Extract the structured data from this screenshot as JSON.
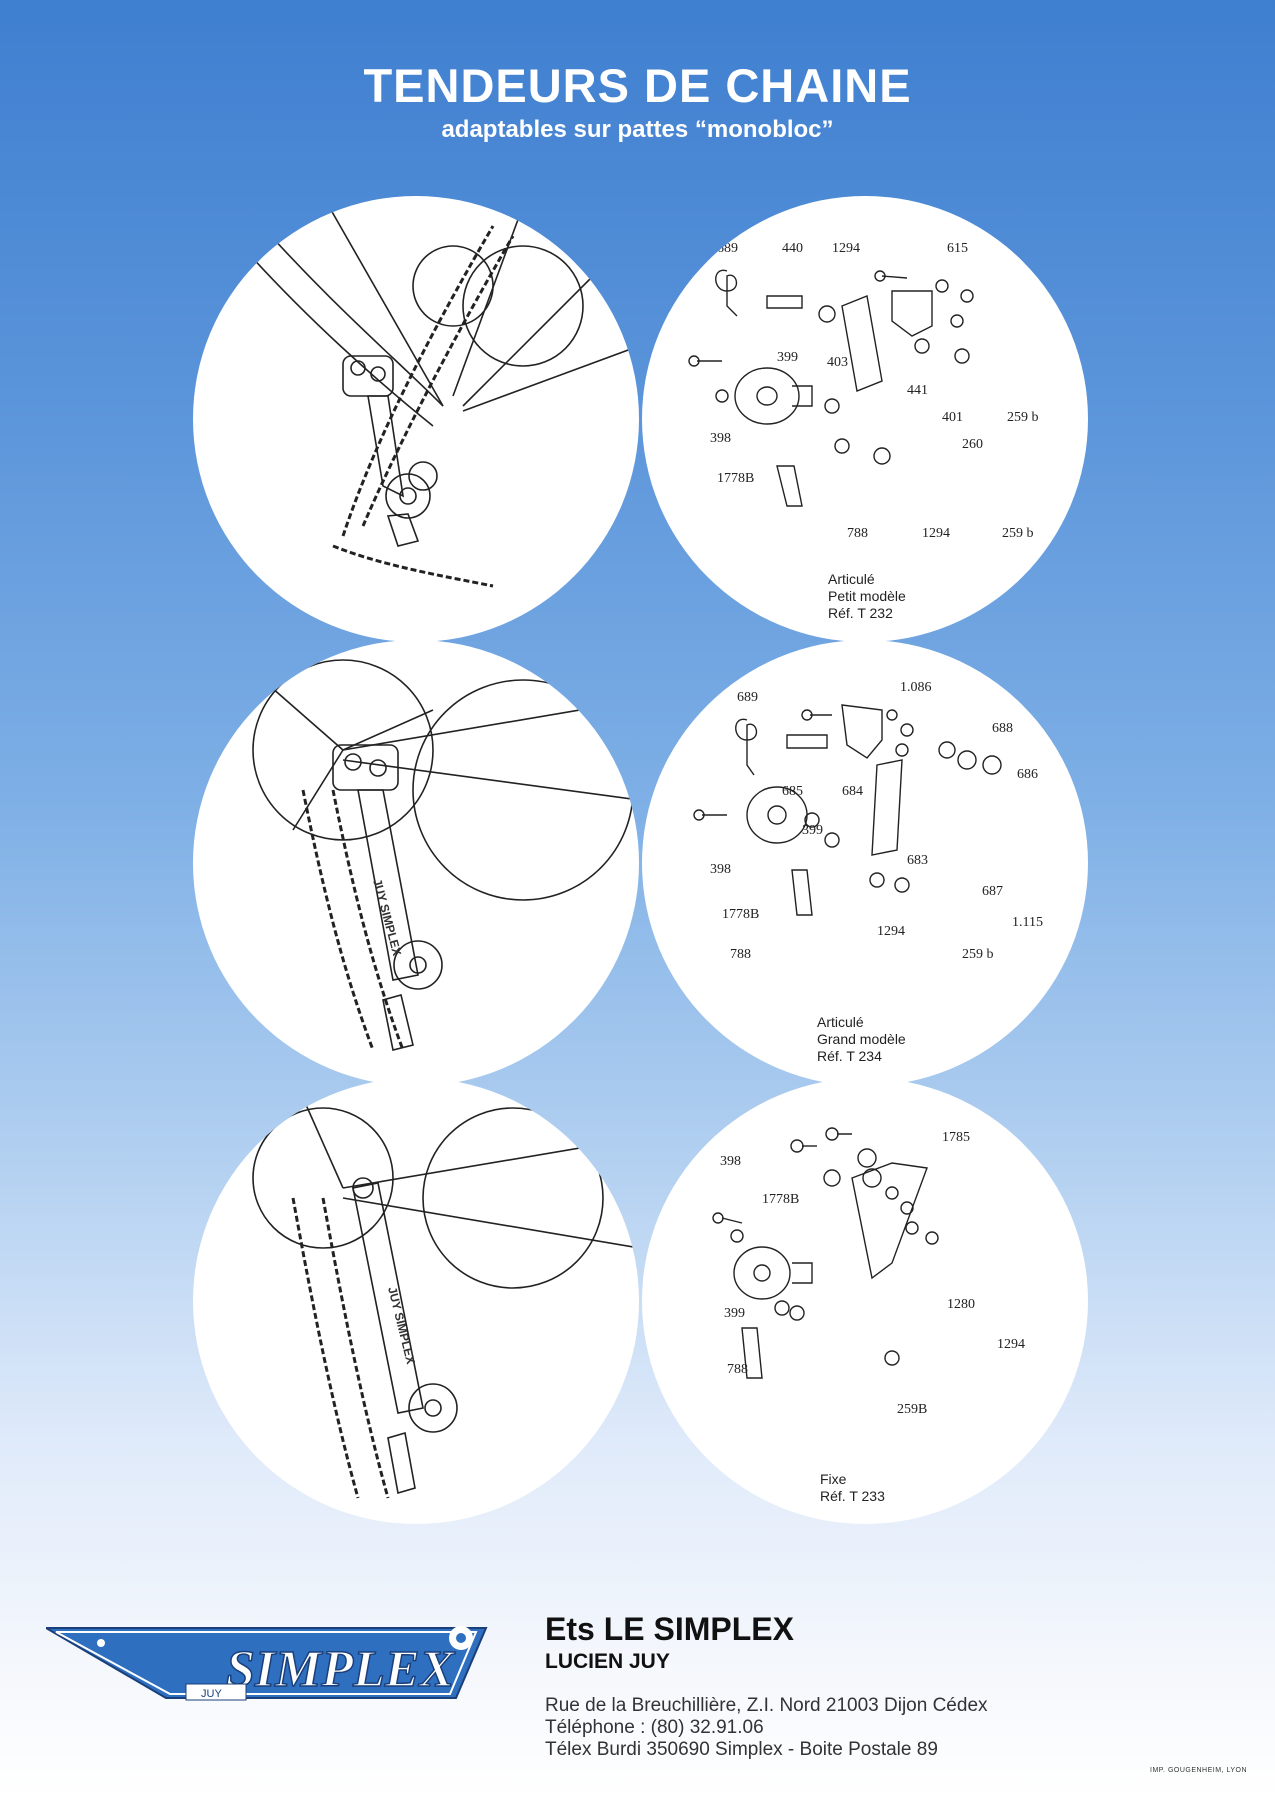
{
  "header": {
    "title": "TENDEURS DE CHAINE",
    "subtitle": "adaptables sur pattes “monobloc”"
  },
  "panels": {
    "p1": {
      "part_numbers": [
        "689",
        "440",
        "1294",
        "615",
        "399",
        "403",
        "441",
        "398",
        "401",
        "259 b",
        "260",
        "1778B",
        "788",
        "1294",
        "259 b"
      ],
      "caption": [
        "Articulé",
        "Petit modèle",
        "Réf. T 232"
      ]
    },
    "p2": {
      "part_numbers": [
        "689",
        "1.086",
        "688",
        "686",
        "685",
        "684",
        "399",
        "398",
        "683",
        "687",
        "1778B",
        "1.115",
        "1294",
        "788",
        "259 b"
      ],
      "caption": [
        "Articulé",
        "Grand modèle",
        "Réf. T 234"
      ]
    },
    "p3": {
      "part_numbers": [
        "1785",
        "398",
        "1778B",
        "399",
        "1280",
        "1294",
        "788",
        "259B"
      ],
      "caption": [
        "Fixe",
        "Réf. T 233"
      ]
    },
    "arm_brand": "JUY SIMPLEX"
  },
  "logo": {
    "brand": "SIMPLEX",
    "sub": "JUY"
  },
  "footer": {
    "company": "Ets LE SIMPLEX",
    "person": "LUCIEN JUY",
    "address": "Rue de la Breuchillière, Z.I. Nord 21003 Dijon Cédex",
    "phone": "Téléphone : (80) 32.91.06",
    "telex": "Télex Burdi 350690 Simplex - Boite Postale 89",
    "printer": "IMP. GOUGENHEIM, LYON"
  },
  "colors": {
    "background_top": "#3f7fd0",
    "logo_blue": "#2e6fc0"
  }
}
